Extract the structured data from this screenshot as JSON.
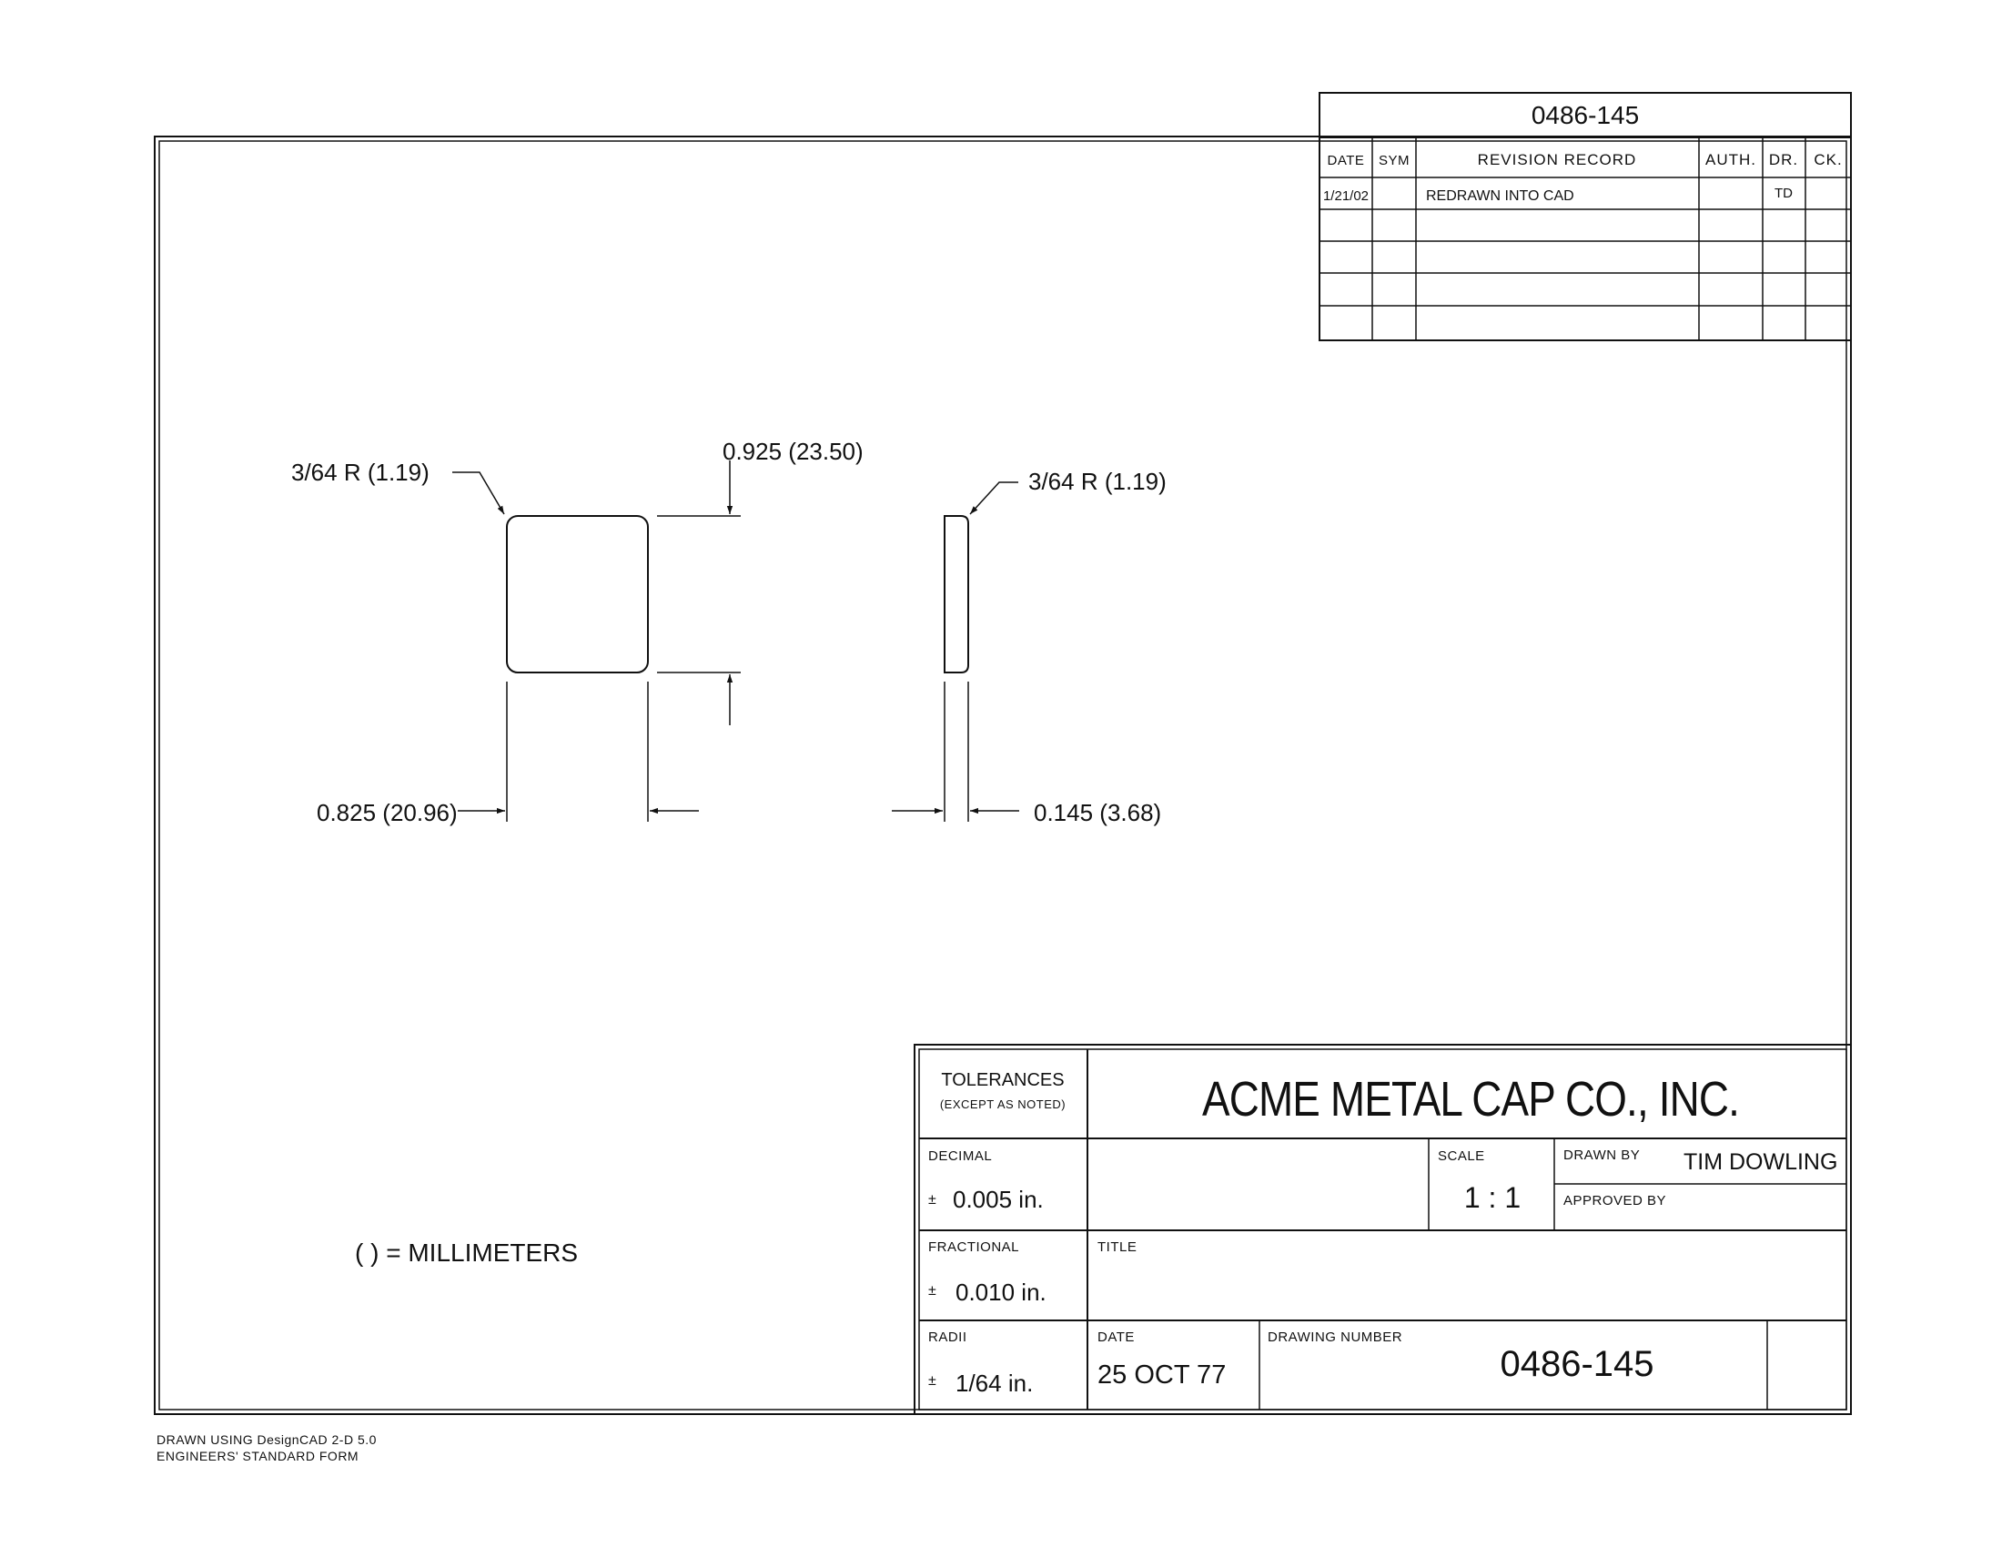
{
  "revision_block": {
    "number": "0486-145",
    "headers": {
      "date": "DATE",
      "sym": "SYM",
      "record": "REVISION RECORD",
      "auth": "AUTH.",
      "dr": "DR.",
      "ck": "CK."
    },
    "rows": [
      {
        "date": "1/21/02",
        "sym": "",
        "record": "REDRAWN INTO CAD",
        "auth": "",
        "dr": "TD",
        "ck": ""
      }
    ]
  },
  "dimensions": {
    "front_radius": "3/64 R (1.19)",
    "height": "0.925 (23.50)",
    "side_radius": "3/64 R (1.19)",
    "width": "0.825 (20.96)",
    "thickness": "0.145 (3.68)"
  },
  "units_note": "( ) = MILLIMETERS",
  "title_block": {
    "tolerances_label": "TOLERANCES",
    "except_note": "(EXCEPT AS NOTED)",
    "company": "ACME METAL CAP CO., INC.",
    "decimal_label": "DECIMAL",
    "decimal_value": "0.005 in.",
    "scale_label": "SCALE",
    "scale_value": "1 : 1",
    "drawn_by_label": "DRAWN BY",
    "drawn_by_value": "TIM DOWLING",
    "approved_by_label": "APPROVED BY",
    "fractional_label": "FRACTIONAL",
    "fractional_value": "0.010 in.",
    "title_label": "TITLE",
    "radii_label": "RADII",
    "radii_value": "1/64 in.",
    "date_label": "DATE",
    "date_value": "25 OCT 77",
    "drawing_number_label": "DRAWING NUMBER",
    "drawing_number_value": "0486-145",
    "plus_minus": "±"
  },
  "footer": {
    "line1": "DRAWN USING DesignCAD 2-D 5.0",
    "line2": "ENGINEERS' STANDARD FORM"
  }
}
